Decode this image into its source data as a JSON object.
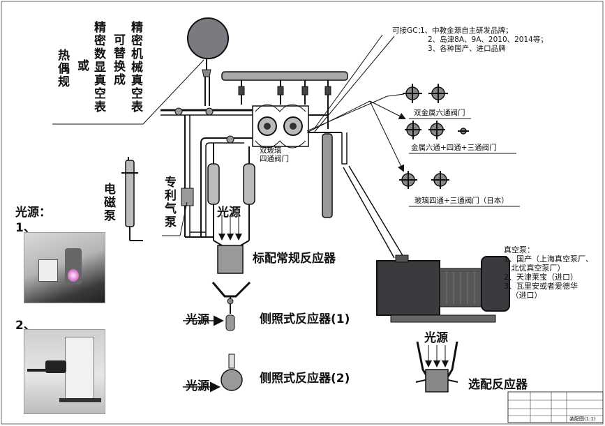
{
  "gauges": {
    "mechanical": "精密机械真空表",
    "digital_alt": "可替换成",
    "digital": "精密数显真空表",
    "or": "或",
    "thermocouple": "热偶规"
  },
  "gc_note": {
    "title": "可接GC：",
    "items": [
      "1、中教金源自主研发品牌；",
      "2、岛津8A、9A、2010、2014等；",
      "3、各种国产、进口品牌"
    ]
  },
  "valves": {
    "double_metal_six": "双金属六通阀门",
    "metal_six_four_three": "金属六通+四通+三通阀门",
    "glass_four_three": "玻璃四通+三通阀门（日本）",
    "glass_four_way_line1": "双玻璃",
    "glass_four_way_line2": "四通阀门"
  },
  "pumps": {
    "electromagnetic": "电磁泵",
    "peristaltic": "专利气泵",
    "vacuum_title": "真空泵：",
    "vacuum_items": [
      "1、国产（上海真空泵厂、",
      "   北优真空泵厂）",
      "2、天津莱宝（进口）",
      "3、瓦里安或者爱德华",
      "   （进口）"
    ]
  },
  "light_source": {
    "heading": "光源：",
    "item1": "1、",
    "item2": "2、",
    "label": "光源"
  },
  "reactors": {
    "standard": "标配常规反应器",
    "side1": "侧照式反应器(1)",
    "side2": "侧照式反应器(2)",
    "optional": "选配反应器"
  },
  "title_block": {
    "text": "装配图(1:1)"
  }
}
